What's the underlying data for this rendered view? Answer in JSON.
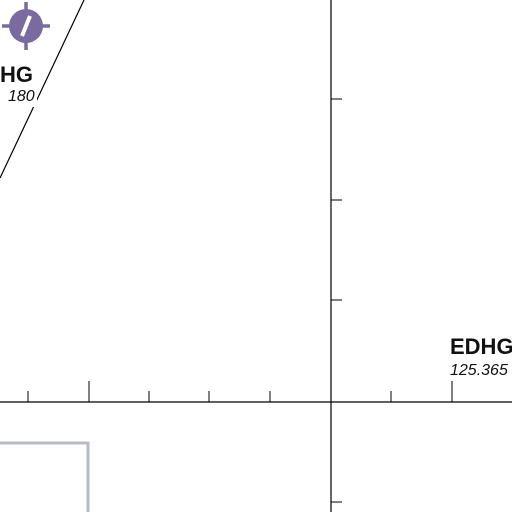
{
  "map": {
    "aerodromes": [
      {
        "ident": "EDHG",
        "frequency": "125.365",
        "symbol_icon": "aerodrome-symbol-icon",
        "symbol_color": "#7b6aa0"
      },
      {
        "ident": "HG",
        "frequency": "180",
        "note": "partially visible at left edge"
      }
    ],
    "colors": {
      "grid_line": "#000000",
      "boundary_line": "#b7bcc4",
      "symbol": "#7b6aa0",
      "background": "#ffffff"
    }
  }
}
